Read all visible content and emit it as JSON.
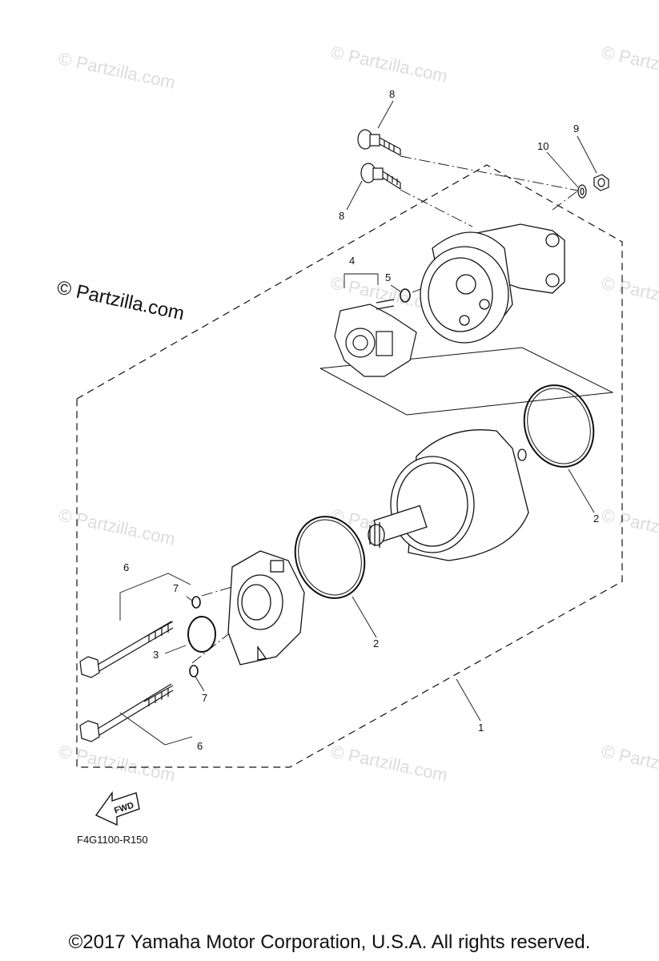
{
  "watermark": "© Partzilla.com",
  "diagram_code": "F4G1100-R150",
  "forward_label": "FWD",
  "copyright": "©2017  Yamaha Motor Corporation, U.S.A. All rights reserved.",
  "callouts": {
    "c1": "1",
    "c2a": "2",
    "c2b": "2",
    "c3": "3",
    "c4": "4",
    "c5": "5",
    "c6a": "6",
    "c6b": "6",
    "c7a": "7",
    "c7b": "7",
    "c8a": "8",
    "c8b": "8",
    "c9": "9",
    "c10": "10"
  }
}
